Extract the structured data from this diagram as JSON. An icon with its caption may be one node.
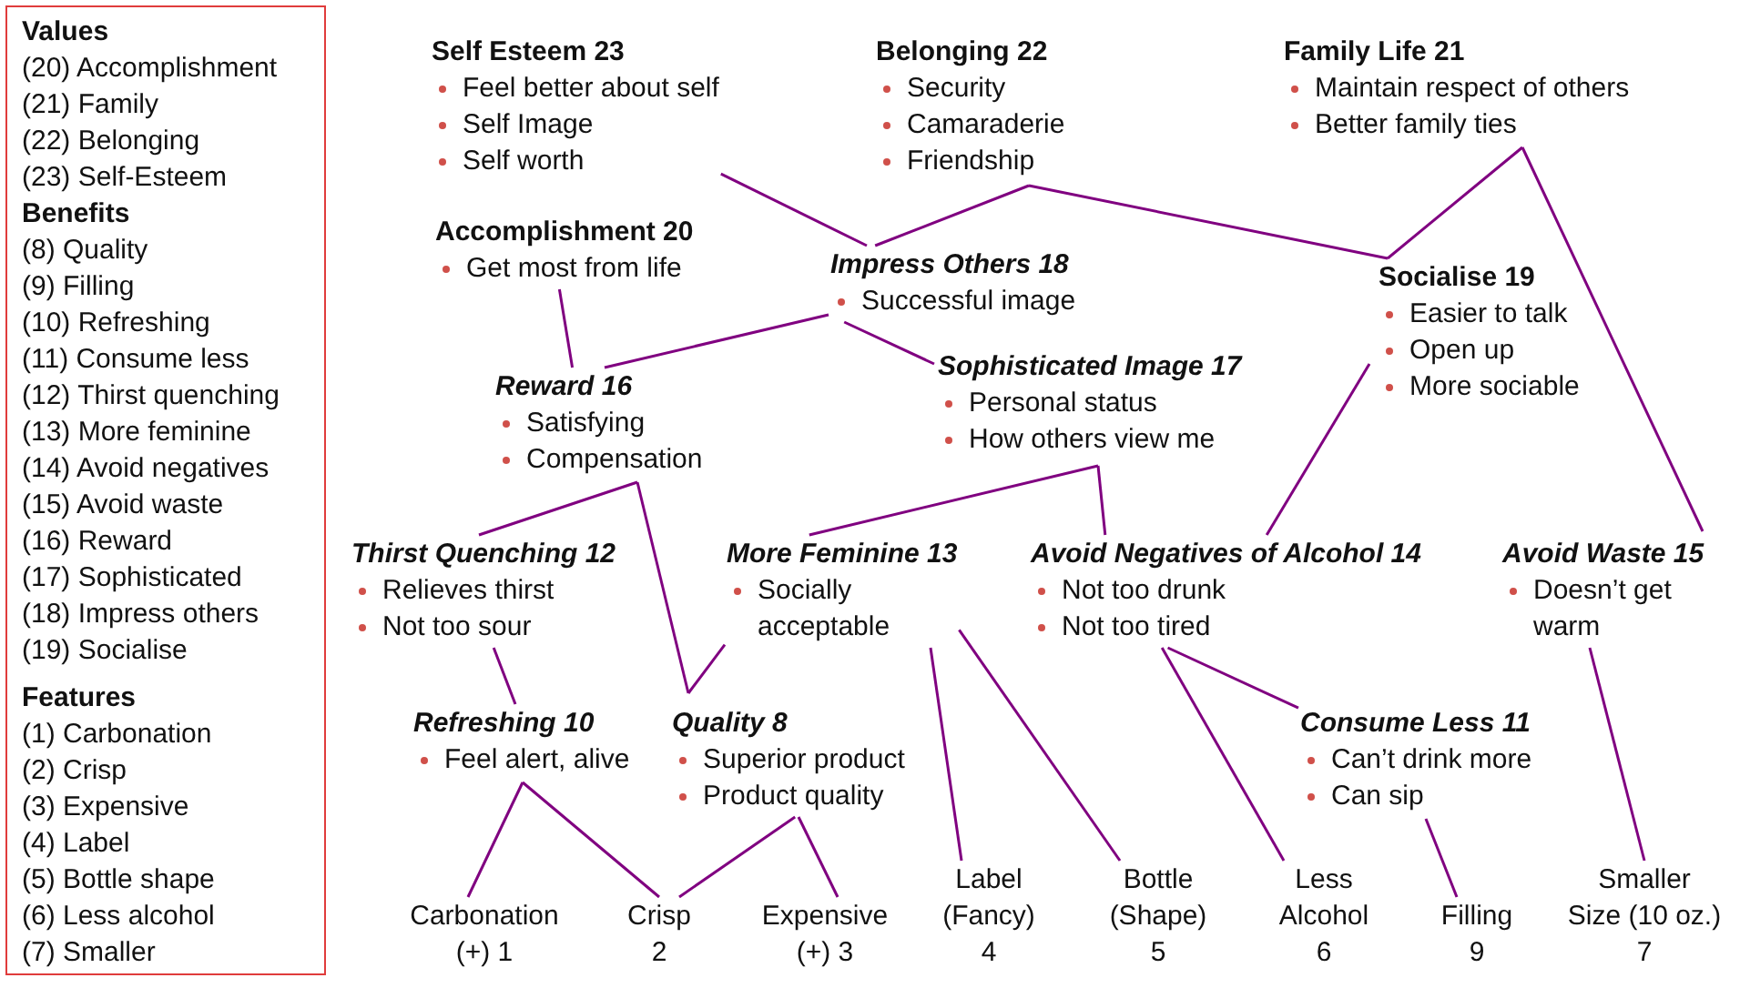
{
  "diagram": {
    "nodes": [
      {
        "text": [
          "Values",
          "(20) Accomplishment",
          "(21) Family",
          "(22) Belonging",
          "(23) Self-Esteem",
          "Benefits",
          "(8) Quality",
          "(9) Filling",
          "(10) Refreshing",
          "(11) Consume less",
          "(12) Thirst quenching",
          "(13) More feminine",
          "(14) Avoid negatives",
          "(15) Avoid waste",
          "(16) Reward",
          "(17) Sophisticated",
          "(18) Impress others",
          "(19) Socialise",
          "Features",
          "(1) Carbonation",
          "(2) Crisp",
          "(3) Expensive",
          "(4) Label",
          "(5) Bottle shape",
          "(6) Less alcohol",
          "(7) Smaller"
        ]
      },
      {
        "text": [
          "Self Esteem 23",
          "Feel better about self",
          "Self Image",
          "Self worth"
        ]
      },
      {
        "text": [
          "Belonging 22",
          "Security",
          "Camaraderie",
          "Friendship"
        ]
      },
      {
        "text": [
          "Family Life 21",
          "Maintain respect of others",
          "Better family ties"
        ]
      },
      {
        "text": [
          "Accomplishment 20",
          "Get most from life"
        ]
      },
      {
        "text": [
          "Impress Others 18",
          "Successful image"
        ]
      },
      {
        "text": [
          "Socialise 19",
          "Easier to talk",
          "Open up",
          "More sociable"
        ]
      },
      {
        "text": [
          "Sophisticated Image 17",
          "Personal status",
          "How others view me"
        ]
      },
      {
        "text": [
          "Reward 16",
          "Satisfying",
          "Compensation"
        ]
      },
      {
        "text": [
          "Thirst Quenching 12",
          "Relieves thirst",
          "Not too sour"
        ]
      },
      {
        "text": [
          "More Feminine 13",
          "Socially acceptable"
        ]
      },
      {
        "text": [
          "Avoid Negatives of Alcohol 14",
          "Not too drunk",
          "Not too tired"
        ]
      },
      {
        "text": [
          "Avoid Waste 15",
          "Doesn’t get warm"
        ]
      },
      {
        "text": [
          "Refreshing 10",
          "Feel alert, alive"
        ]
      },
      {
        "text": [
          "Quality 8",
          "Superior product",
          "Product quality"
        ]
      },
      {
        "text": [
          "Consume Less 11",
          "Can’t drink more",
          "Can sip"
        ]
      },
      {
        "text": [
          "Carbonation",
          "(+) 1"
        ]
      },
      {
        "text": [
          "Crisp",
          "2"
        ]
      },
      {
        "text": [
          "Expensive",
          "(+) 3"
        ]
      },
      {
        "text": [
          "Label",
          "(Fancy)",
          "4"
        ]
      },
      {
        "text": [
          "Bottle",
          "(Shape)",
          "5"
        ]
      },
      {
        "text": [
          "Less",
          "Alcohol",
          "6"
        ]
      },
      {
        "text": [
          "Filling",
          "9"
        ]
      },
      {
        "text": [
          "Smaller",
          "Size (10 oz.)",
          "7"
        ]
      }
    ],
    "edges": [
      {
        "from": 5,
        "to": 1,
        "arrow": "none"
      },
      {
        "from": 5,
        "to": 2,
        "arrow": "none"
      },
      {
        "from": 6,
        "to": 2,
        "arrow": "none"
      },
      {
        "from": 6,
        "to": 3,
        "arrow": "none"
      },
      {
        "from": 12,
        "to": 3,
        "arrow": "none"
      },
      {
        "from": 8,
        "to": 4,
        "arrow": "none"
      },
      {
        "from": 8,
        "to": 5,
        "arrow": "none"
      },
      {
        "from": 7,
        "to": 5,
        "arrow": "none"
      },
      {
        "from": 9,
        "to": 8,
        "arrow": "none"
      },
      {
        "from": 14,
        "to": 8,
        "arrow": "none"
      },
      {
        "from": 10,
        "to": 7,
        "arrow": "none"
      },
      {
        "from": 11,
        "to": 7,
        "arrow": "none"
      },
      {
        "from": 11,
        "to": 6,
        "arrow": "none"
      },
      {
        "from": 13,
        "to": 9,
        "arrow": "none"
      },
      {
        "from": 14,
        "to": 10,
        "arrow": "none"
      },
      {
        "from": 19,
        "to": 10,
        "arrow": "none"
      },
      {
        "from": 20,
        "to": 10,
        "arrow": "none"
      },
      {
        "from": 21,
        "to": 11,
        "arrow": "none"
      },
      {
        "from": 15,
        "to": 11,
        "arrow": "none"
      },
      {
        "from": 22,
        "to": 15,
        "arrow": "none"
      },
      {
        "from": 23,
        "to": 12,
        "arrow": "none"
      },
      {
        "from": 16,
        "to": 13,
        "arrow": "none"
      },
      {
        "from": 17,
        "to": 13,
        "arrow": "none"
      },
      {
        "from": 17,
        "to": 14,
        "arrow": "none"
      },
      {
        "from": 18,
        "to": 14,
        "arrow": "none"
      }
    ]
  }
}
